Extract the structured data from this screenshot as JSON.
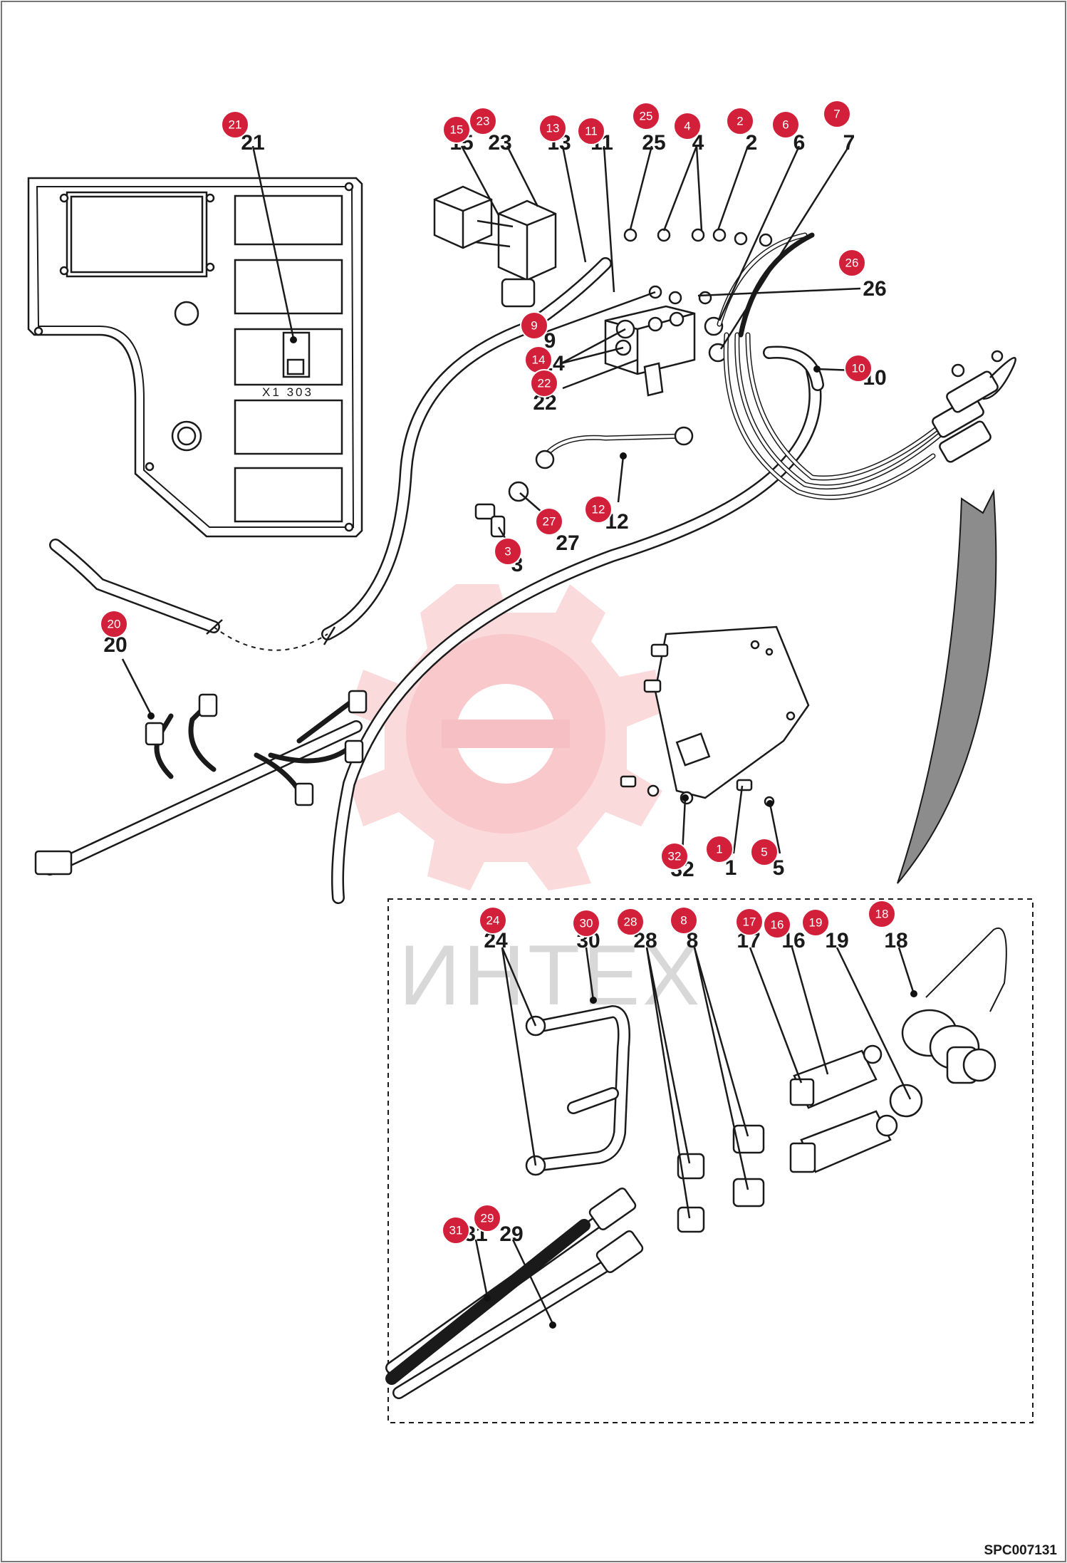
{
  "document_code": "SPC007131",
  "watermark": {
    "text": "ИНТЕХ",
    "accent_color": "#f6b9bd"
  },
  "panel": {
    "connector_label": "X1 303"
  },
  "callout_color": "#d3203a",
  "callouts": [
    {
      "id": "1",
      "n": "1"
    },
    {
      "id": "2",
      "n": "2"
    },
    {
      "id": "3",
      "n": "3"
    },
    {
      "id": "4",
      "n": "4"
    },
    {
      "id": "5",
      "n": "5"
    },
    {
      "id": "6",
      "n": "6"
    },
    {
      "id": "7",
      "n": "7"
    },
    {
      "id": "8",
      "n": "8"
    },
    {
      "id": "9",
      "n": "9"
    },
    {
      "id": "10",
      "n": "10"
    },
    {
      "id": "11",
      "n": "11"
    },
    {
      "id": "12",
      "n": "12"
    },
    {
      "id": "13",
      "n": "13"
    },
    {
      "id": "14",
      "n": "14"
    },
    {
      "id": "15",
      "n": "15"
    },
    {
      "id": "16",
      "n": "16"
    },
    {
      "id": "17",
      "n": "17"
    },
    {
      "id": "18",
      "n": "18"
    },
    {
      "id": "19",
      "n": "19"
    },
    {
      "id": "20",
      "n": "20"
    },
    {
      "id": "21",
      "n": "21"
    },
    {
      "id": "22",
      "n": "22"
    },
    {
      "id": "23",
      "n": "23"
    },
    {
      "id": "24",
      "n": "24"
    },
    {
      "id": "25",
      "n": "25"
    },
    {
      "id": "26",
      "n": "26"
    },
    {
      "id": "27",
      "n": "27"
    },
    {
      "id": "28",
      "n": "28"
    },
    {
      "id": "29",
      "n": "29"
    },
    {
      "id": "30",
      "n": "30"
    },
    {
      "id": "31",
      "n": "31"
    },
    {
      "id": "32",
      "n": "32"
    }
  ],
  "printed_labels": [
    "21",
    "15",
    "23",
    "13",
    "11",
    "25",
    "4",
    "2",
    "6",
    "7",
    "26",
    "9",
    "14",
    "22",
    "10",
    "12",
    "27",
    "3",
    "20",
    "32",
    "1",
    "5",
    "24",
    "30",
    "28",
    "8",
    "17",
    "16",
    "19",
    "18",
    "31",
    "29"
  ]
}
